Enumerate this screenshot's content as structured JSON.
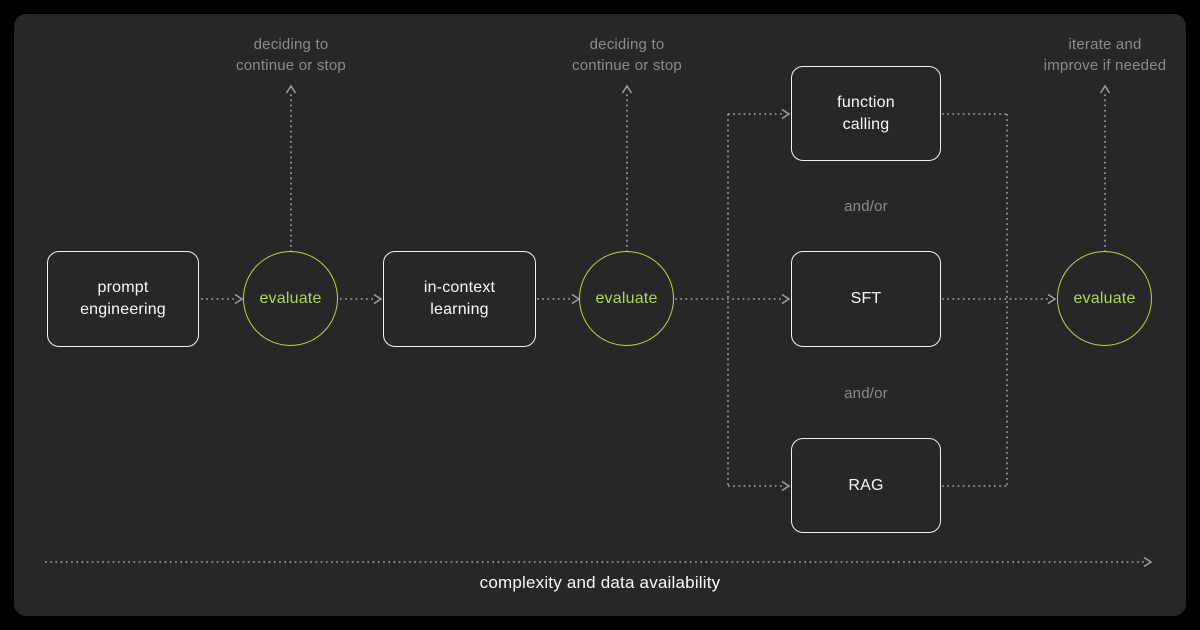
{
  "colors": {
    "bg": "#000000",
    "panel_bg": "#272727",
    "box_border": "#f1f1f1",
    "white_text": "#fafafa",
    "accent_green": "#b4d64a",
    "muted_text": "#8c8c8c",
    "dotted_line": "#a0a0a0"
  },
  "diagram": {
    "stages": [
      {
        "id": "prompt-engineering",
        "label": "prompt engineering",
        "label_lines": [
          "prompt",
          "engineering"
        ]
      },
      {
        "id": "in-context-learning",
        "label": "in-context learning",
        "label_lines": [
          "in-context",
          "learning"
        ]
      },
      {
        "id": "function-calling",
        "label": "function calling",
        "label_lines": [
          "function",
          "calling"
        ]
      },
      {
        "id": "sft",
        "label": "SFT",
        "label_lines": [
          "SFT"
        ]
      },
      {
        "id": "rag",
        "label": "RAG",
        "label_lines": [
          "RAG"
        ]
      }
    ],
    "evaluate_nodes": [
      {
        "id": "evaluate-1",
        "label": "evaluate",
        "note": "deciding to continue or stop",
        "note_lines": [
          "deciding to",
          "continue or stop"
        ]
      },
      {
        "id": "evaluate-2",
        "label": "evaluate",
        "note": "deciding to continue or stop",
        "note_lines": [
          "deciding to",
          "continue or stop"
        ]
      },
      {
        "id": "evaluate-3",
        "label": "evaluate",
        "note": "iterate and improve if needed",
        "note_lines": [
          "iterate and",
          "improve if needed"
        ]
      }
    ],
    "connectors": {
      "and_or_labels": [
        "and/or",
        "and/or"
      ]
    },
    "axis": {
      "label": "complexity and data availability"
    }
  }
}
